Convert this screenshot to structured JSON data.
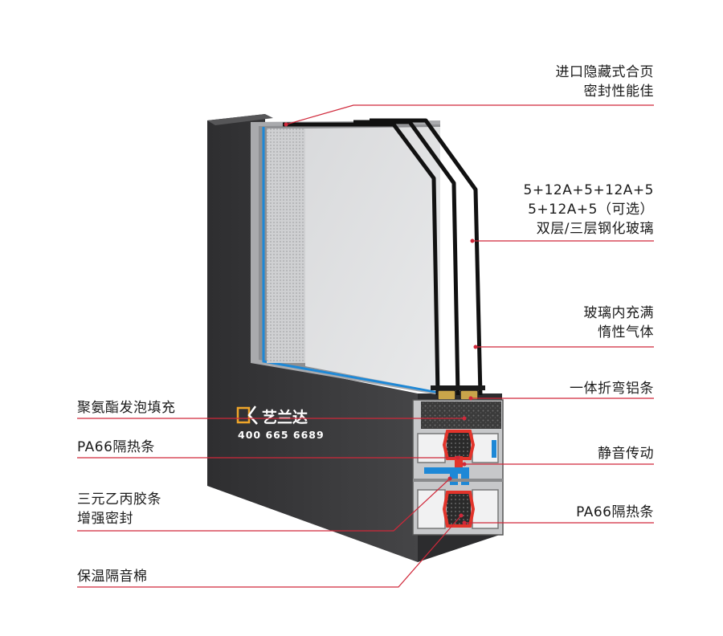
{
  "callouts_right": [
    {
      "lines": [
        "进口隐藏式合页",
        "密封性能佳"
      ]
    },
    {
      "lines": [
        "5+12A+5+12A+5",
        "5+12A+5（可选）",
        "双层/三层钢化玻璃"
      ]
    },
    {
      "lines": [
        "玻璃内充满",
        "惰性气体"
      ]
    },
    {
      "lines": [
        "一体折弯铝条"
      ]
    },
    {
      "lines": [
        "静音传动"
      ]
    },
    {
      "lines": [
        "PA66隔热条"
      ]
    }
  ],
  "callouts_left": [
    {
      "lines": [
        "聚氨酯发泡填充"
      ]
    },
    {
      "lines": [
        "PA66隔热条"
      ]
    },
    {
      "lines": [
        "三元乙丙胶条",
        "增强密封"
      ]
    },
    {
      "lines": [
        "保温隔音棉"
      ]
    }
  ],
  "brand": {
    "name": "艺兰达",
    "phone": "400 665 6689",
    "logo_letters": "DK"
  },
  "colors": {
    "leader": "#d0283a",
    "frame": "#3a3a3c",
    "accent_blue": "#1e88d6",
    "thermal_break": "#e2342b"
  }
}
